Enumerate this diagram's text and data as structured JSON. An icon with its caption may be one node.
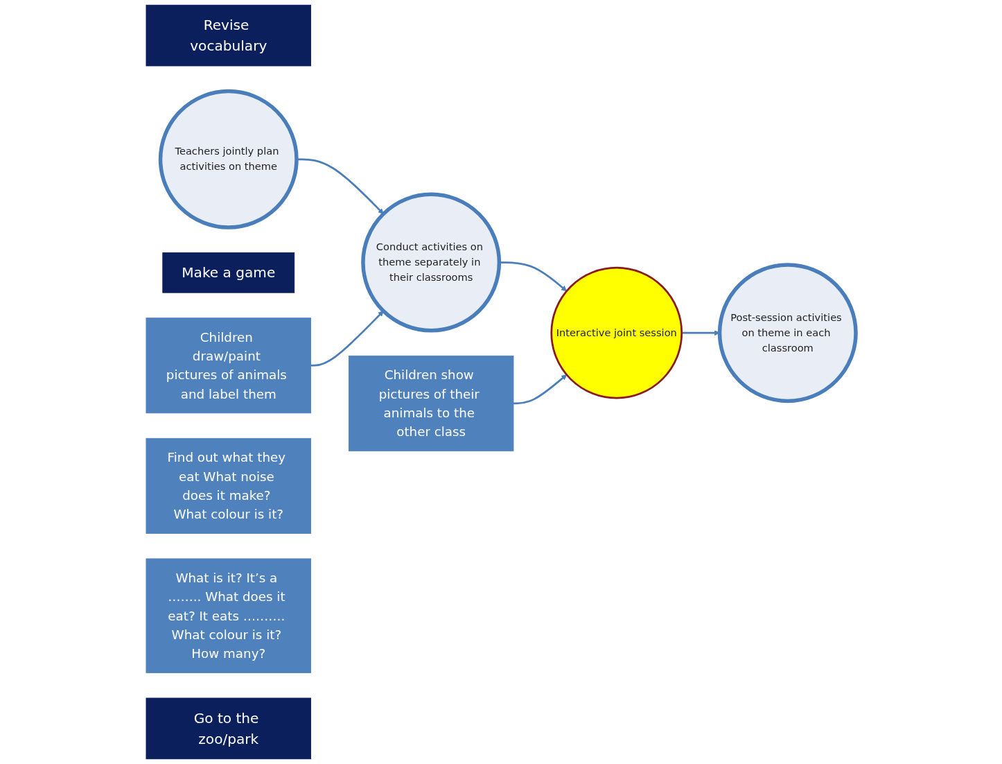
{
  "diagram": {
    "nodes": [
      {
        "text": [
          "Revise vocabulary"
        ]
      },
      {
        "text": [
          "Children draw/paint pictures of animals and label them"
        ]
      },
      {
        "text": [
          "Children show pictures of their animals to the other class"
        ]
      },
      {
        "text": [
          "Make a game"
        ]
      },
      {
        "text": [
          "Teachers jointly plan activities on theme"
        ]
      },
      {
        "text": [
          "Conduct activities on theme separately in their classrooms"
        ]
      },
      {
        "text": [
          "Interactive joint session"
        ]
      },
      {
        "text": [
          "Post-session activities on theme in each classroom"
        ]
      },
      {
        "text": [
          "Find out what they eat What noise does it make? What colour is it?"
        ]
      },
      {
        "text": [
          "What is it? It’s a …….. What does it eat? It eats ………. What colour is it? How many?"
        ]
      },
      {
        "text": [
          "Go to the zoo/park"
        ]
      }
    ],
    "edges": [
      {
        "from": 4,
        "to": 5,
        "arrow": "to"
      },
      {
        "from": 5,
        "to": 6,
        "arrow": "to"
      },
      {
        "from": 6,
        "to": 7,
        "arrow": "to"
      },
      {
        "from": 1,
        "to": 5,
        "arrow": "to"
      },
      {
        "from": 2,
        "to": 6,
        "arrow": "to"
      }
    ]
  }
}
